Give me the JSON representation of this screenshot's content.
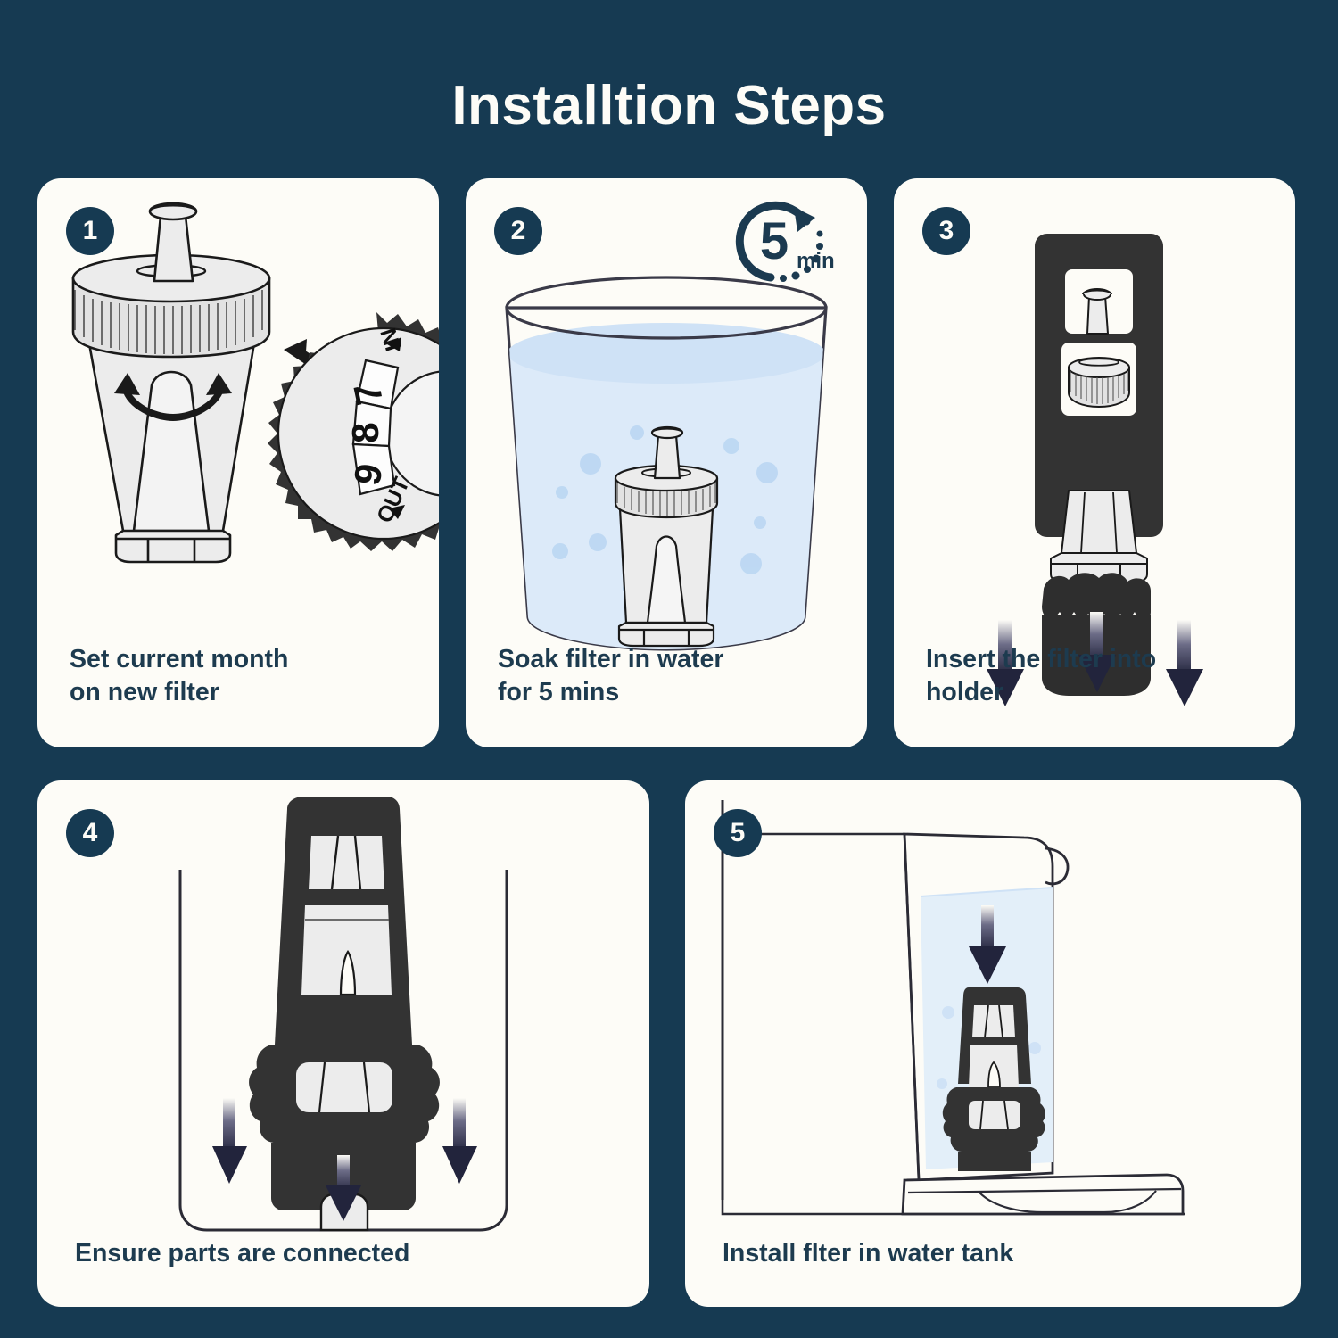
{
  "page": {
    "title": "Installtion Steps",
    "background_color": "#163a52",
    "card_color": "#fdfcf7",
    "text_color": "#1d3b4f",
    "accent_color": "#163a52",
    "water_color": "#cfe4f7"
  },
  "steps": [
    {
      "number": "1",
      "caption": "Set current month\non new filter",
      "illustration": "filter-cartridge-with-rotation-arrows-and-month-dial",
      "dial": {
        "top_label": "IN",
        "bottom_label": "OUT",
        "months": [
          "7",
          "8",
          "9"
        ]
      }
    },
    {
      "number": "2",
      "caption": "Soak filter in water\nfor 5 mins",
      "illustration": "filter-submerged-in-glass-of-water",
      "timer": {
        "value": "5",
        "unit": "min",
        "icon": "circular-arrow-timer-icon"
      }
    },
    {
      "number": "3",
      "caption": "Insert the filter into\nholder",
      "illustration": "filter-inserted-into-black-holder-with-down-arrows"
    },
    {
      "number": "4",
      "caption": "Ensure parts are connected",
      "illustration": "assembled-filter-holder-pressed-onto-tank-socket-with-down-arrows"
    },
    {
      "number": "5",
      "caption": "Install flter in water tank",
      "illustration": "filter-assembly-placed-into-water-tank-with-down-arrow"
    }
  ]
}
